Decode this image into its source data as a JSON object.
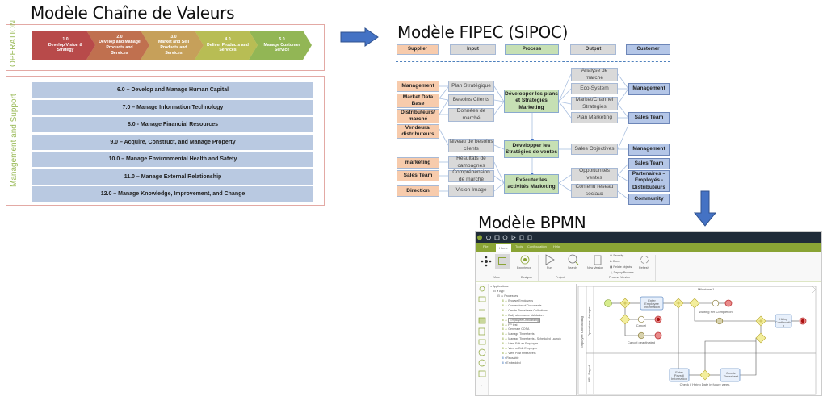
{
  "value_chain": {
    "title": "Modèle Chaîne de Valeurs",
    "operation_label": "OPERATION",
    "support_label": "Management and Support",
    "operations": [
      {
        "num": "1.0",
        "label": "Develop Vision & Strategy",
        "color": "#b84a4a"
      },
      {
        "num": "2.0",
        "label": "Develop and Manage Products and Services",
        "color": "#c0704f"
      },
      {
        "num": "3.0",
        "label": "Market and Sell Products and Services",
        "color": "#c6a05a"
      },
      {
        "num": "4.0",
        "label": "Deliver Products and Services",
        "color": "#b8bd54"
      },
      {
        "num": "5.0",
        "label": "Manage Customer Service",
        "color": "#92b655"
      }
    ],
    "support": [
      "6.0 – Develop and Manage Human Capital",
      "7.0 – Manage Information Technology",
      "8.0 - Manage Financial Resources",
      "9.0 – Acquire, Construct, and Manage Property",
      "10.0 – Manage Environmental Health and Safety",
      "11.0 – Manage External Relationship",
      "12.0 – Manage Knowledge, Improvement, and Change"
    ]
  },
  "sipoc": {
    "title": "Modèle FIPEC (SIPOC)",
    "headers": [
      "Supplier",
      "Input",
      "Process",
      "Output",
      "Customer"
    ],
    "suppliers": [
      "Management",
      "Market Data Base",
      "Distributeurs/ marché",
      "Vendeurs/ distributeurs",
      "marketing",
      "Sales Team",
      "Direction"
    ],
    "inputs": [
      "Plan  Stratégique",
      "Besoins Clients",
      "Données de marché",
      "Niveau de besoins clients",
      "Résultats de campagnes",
      "Compréhension de marché",
      "Vision Image"
    ],
    "processes": [
      "Développer les plans et Stratégies Marketing",
      "Développer les Stratégies de ventes",
      "Exécuter les activités Marketing"
    ],
    "outputs": [
      "Analyse de marché",
      "Eco-System",
      "Market/Channel Strategies",
      "Plan  Marketing",
      "Sales Objectives",
      "Opportunités ventes",
      "Contenu reseau sociaux"
    ],
    "customers": [
      "Management",
      "Sales Team",
      "Management",
      "Sales Team",
      "Partenaires – Employés - Distributeurs",
      "Community"
    ]
  },
  "bpmn": {
    "title": "Modèle BPMN",
    "menu_tabs": [
      "File",
      "Home",
      "Tools",
      "Configuration",
      "Help"
    ],
    "active_tab": "Home",
    "ribbon": {
      "experience": "Experience",
      "run": "Run",
      "search": "Search",
      "new_version": "New Version",
      "security": "Security",
      "clone": "Clone",
      "relate_objects": "Relate objects",
      "deploy_process": "Deploy Process",
      "refresh": "Refresh",
      "groups": [
        "View",
        "Designer",
        "Project",
        "Process Version"
      ]
    },
    "tree": {
      "root": "Applications",
      "app": "App",
      "processes": "Processes",
      "items": [
        "Browse Employees",
        "Conversion of Documents",
        "Create Timesheets Collections",
        "Daily attendance Validation",
        "Employee Onboarding",
        "FP test",
        "Generate COSA",
        "Manage Timesheets",
        "Manage Timesheets - Scheduled Launch",
        "View Edit an Employee",
        "View or Edit Employee",
        "View Past timesheets",
        "Reusable",
        "Embedded"
      ],
      "selected": "Employee Onboarding"
    },
    "diagram": {
      "pool": "Employee Onboarding",
      "lanes": [
        "Operations Manager",
        "HR - Payroll"
      ],
      "milestone": "Milestone 1",
      "tasks": [
        "Enter Employee Information",
        "Hiring Confirmation",
        "Enter Payroll Information",
        "Create Timesheet"
      ],
      "events": [
        "Cancel",
        "Cancel deactivated",
        "Waiting HR Completion",
        "Check if Hiring Date in future week."
      ]
    }
  }
}
